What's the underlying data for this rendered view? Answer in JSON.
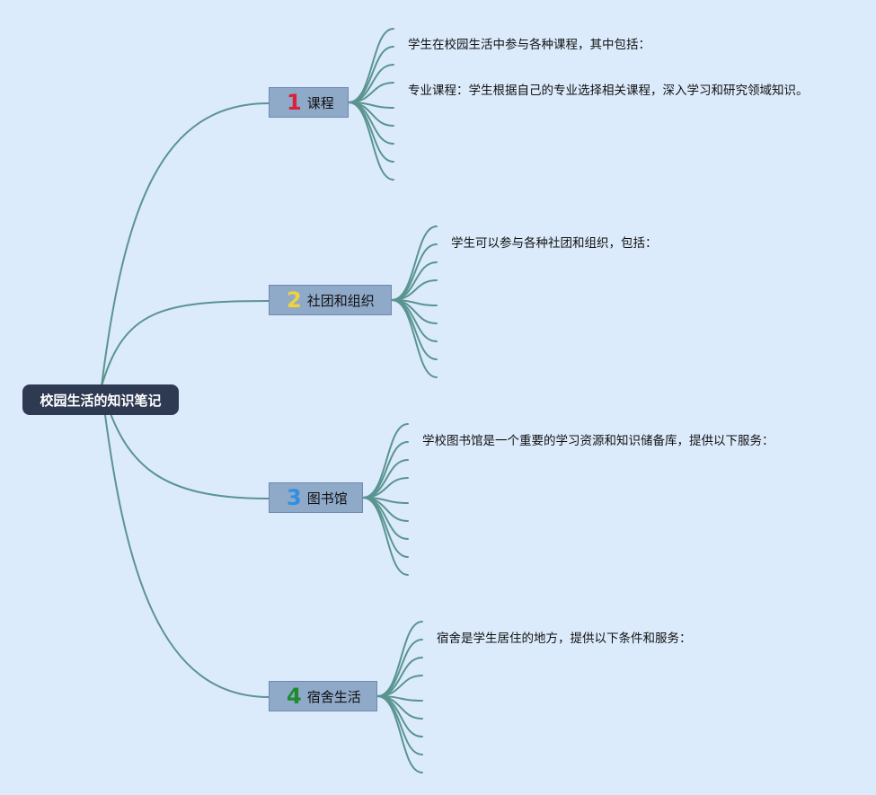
{
  "root": {
    "label": "校园生活的知识笔记"
  },
  "topics": [
    {
      "number": "1",
      "label": "课程",
      "number_color": "#d9213a",
      "texts": [
        "学生在校园生活中参与各种课程，其中包括：",
        "专业课程：学生根据自己的专业选择相关课程，深入学习和研究领域知识。"
      ]
    },
    {
      "number": "2",
      "label": "社团和组织",
      "number_color": "#f2d23a",
      "texts": [
        "学生可以参与各种社团和组织，包括："
      ]
    },
    {
      "number": "3",
      "label": "图书馆",
      "number_color": "#2f8fe0",
      "texts": [
        "学校图书馆是一个重要的学习资源和知识储备库，提供以下服务："
      ]
    },
    {
      "number": "4",
      "label": "宿舍生活",
      "number_color": "#1f8a2e",
      "texts": [
        "宿舍是学生居住的地方，提供以下条件和服务："
      ]
    }
  ],
  "colors": {
    "background": "#dcebfc",
    "connector": "#5a9490",
    "root_fill": "#2e3a52",
    "topic_fill": "#8fa9c9"
  }
}
